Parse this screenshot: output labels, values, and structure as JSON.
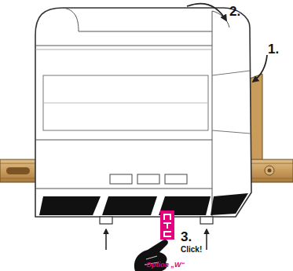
{
  "diagram": {
    "labels": [
      "1.",
      "2.",
      "3.",
      "Click!",
      "Option „W“"
    ]
  }
}
